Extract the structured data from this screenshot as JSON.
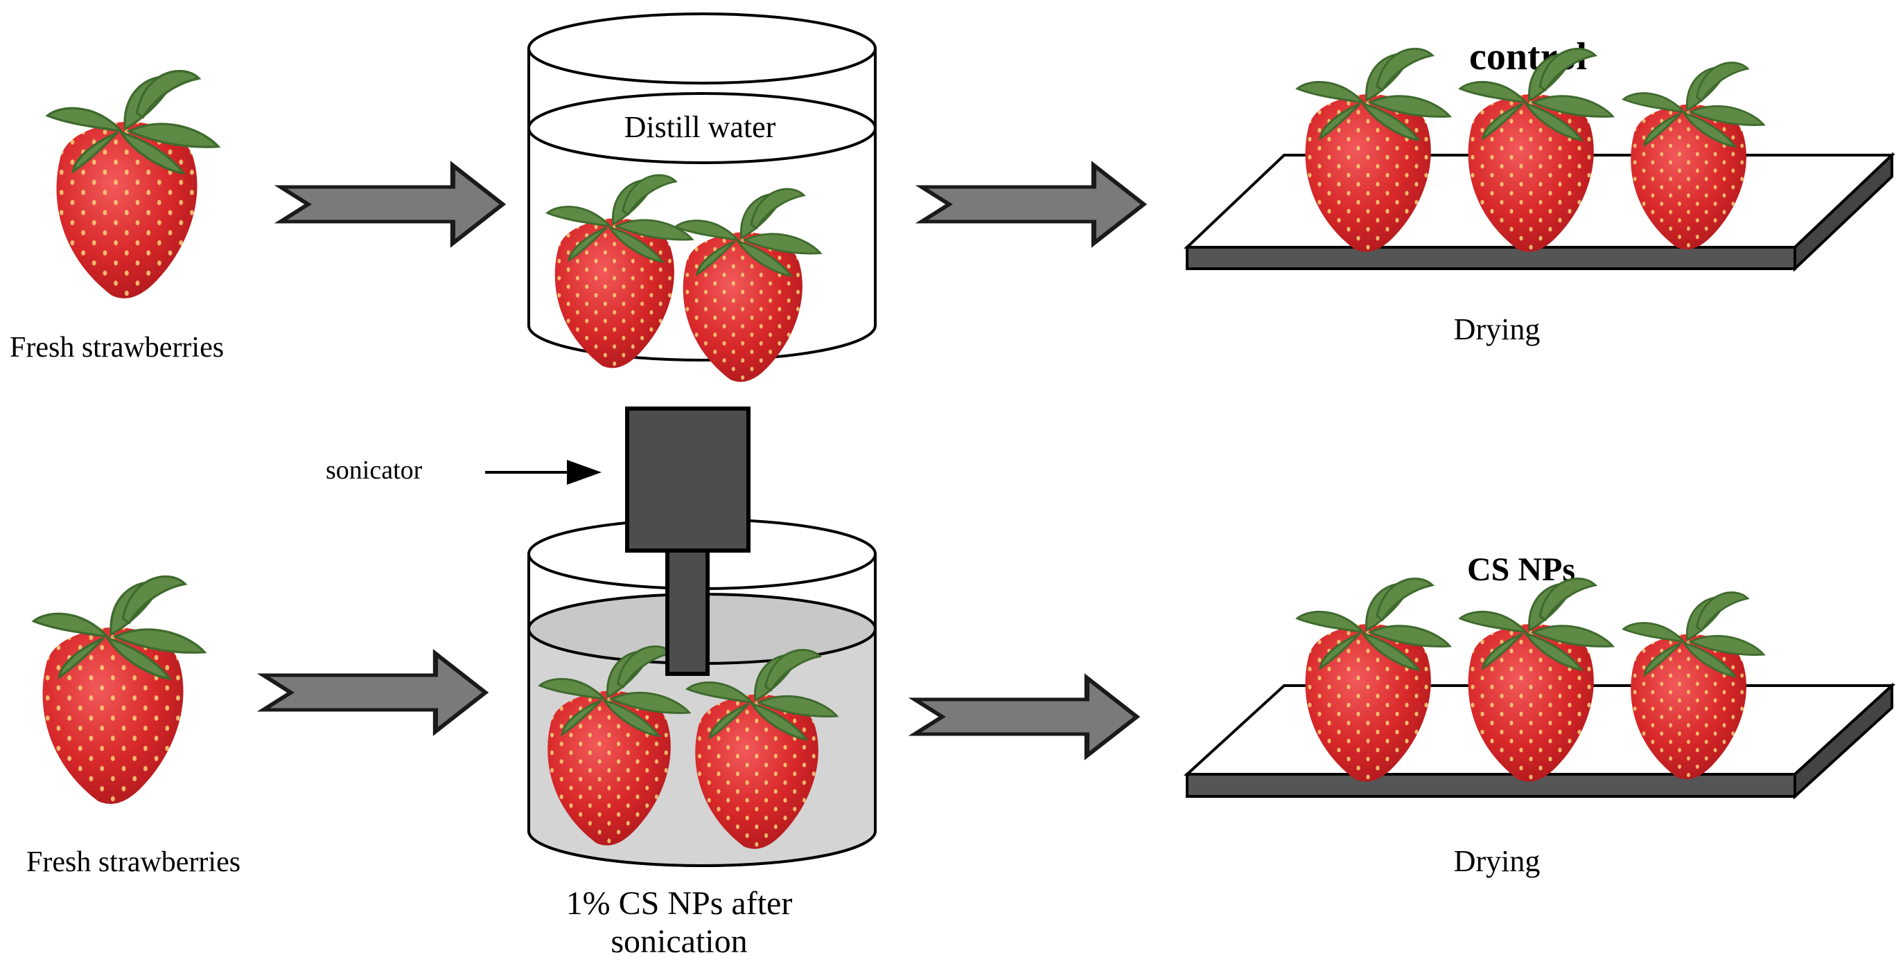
{
  "top_row": {
    "start_label": "Fresh strawberries",
    "container_label": "Distill water",
    "group_title": "control",
    "end_label": "Drying"
  },
  "bottom_row": {
    "start_label": "Fresh strawberries",
    "device_label": "sonicator",
    "container_label_line1": "1% CS NPs after",
    "container_label_line2": "sonication",
    "group_title": "CS NPs",
    "end_label": "Drying"
  },
  "colors": {
    "arrow_fill": "#7a7a7a",
    "sonicator_fill": "#4d4d4d",
    "solution_fill": "#d4d4d4",
    "tray_side": "#555555",
    "strawberry_red": "#d8282a",
    "leaf_green": "#5f8a45"
  }
}
